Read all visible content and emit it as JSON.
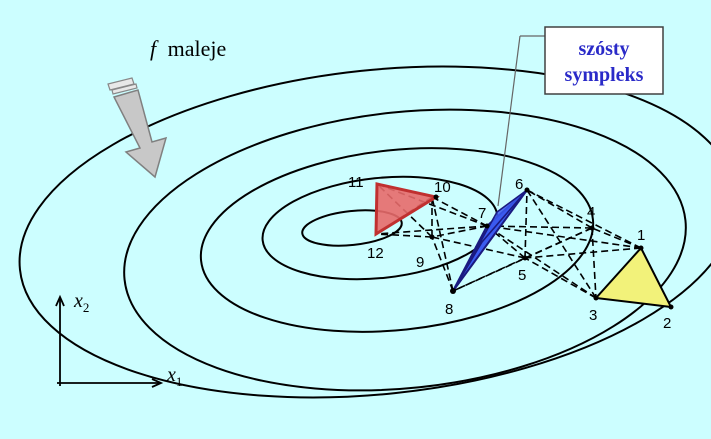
{
  "annotation": {
    "f": "f",
    "text": "maleje"
  },
  "callout": {
    "line1": "szósty",
    "line2": "sympleks"
  },
  "axes": {
    "x1": "x",
    "x1_sub": "1",
    "x2": "x",
    "x2_sub": "2"
  },
  "colors": {
    "background": "#ccfeff",
    "simplex_first": "#f2f27a",
    "simplex_sixth": "#3b5bf0",
    "simplex_last": "#e86a6a",
    "callout_text": "#2a2ac8"
  },
  "vertices": {
    "v1": "1",
    "v2": "2",
    "v3": "3",
    "v4": "4",
    "v5": "5",
    "v6": "6",
    "v7": "7",
    "v8": "8",
    "v9": "9",
    "v10": "10",
    "v11": "11",
    "v12": "12"
  }
}
